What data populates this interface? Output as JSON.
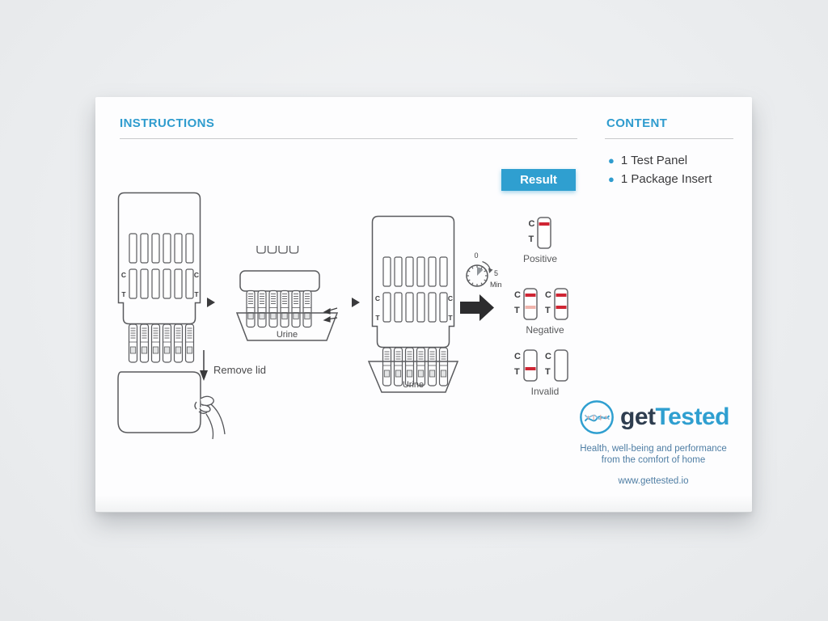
{
  "header": {
    "instructions_title": "INSTRUCTIONS",
    "content_title": "CONTENT",
    "content_items": [
      "1 Test Panel",
      "1 Package Insert"
    ]
  },
  "result_section": {
    "button_label": "Result",
    "outcomes": {
      "positive": "Positive",
      "negative": "Negative",
      "invalid": "Invalid"
    }
  },
  "panel_labels": {
    "c": "C",
    "t": "T"
  },
  "steps": {
    "remove_lid_label": "Remove lid",
    "urine_label": "Urine",
    "timer": {
      "start": "0",
      "end": "5",
      "unit": "Min"
    }
  },
  "brand": {
    "logo_get": "get",
    "logo_tested": "Tested",
    "tagline_line1": "Health, well-being and performance",
    "tagline_line2": "from the comfort of home",
    "website": "www.gettested.io"
  },
  "colors": {
    "accent_blue": "#2f9fd0",
    "logo_navy": "#2e3d4f",
    "line_red": "#cf2533",
    "faint_red": "#f0b4ac"
  }
}
